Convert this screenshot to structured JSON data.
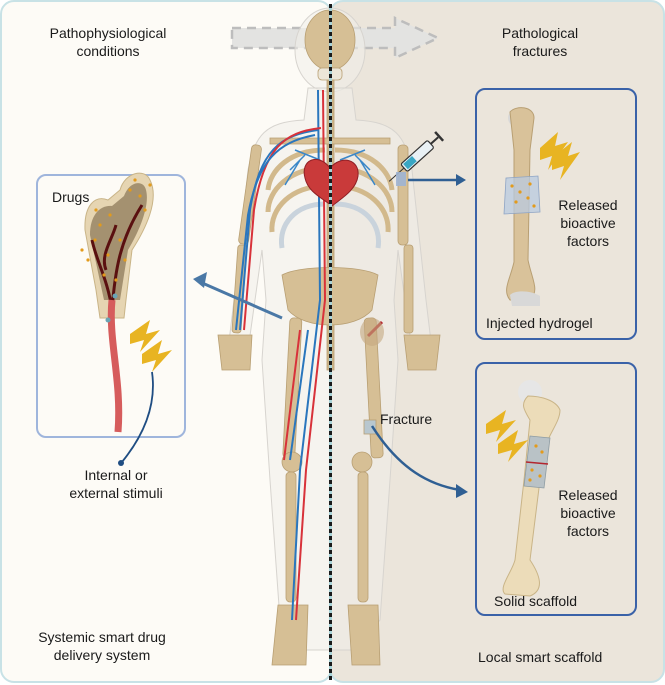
{
  "left_panel": {
    "title": "Pathophysiological conditions",
    "title_lines": [
      "Pathophysiological",
      "conditions"
    ],
    "footer_lines": [
      "Systemic smart drug",
      "delivery system"
    ],
    "drug_box_label": "Drugs",
    "stimuli_lines": [
      "Internal or",
      "external stimuli"
    ]
  },
  "right_panel": {
    "title_lines": [
      "Pathological",
      "fractures"
    ],
    "hydrogel_box": {
      "caption": "Injected hydrogel",
      "release_lines": [
        "Released",
        "bioactive",
        "factors"
      ]
    },
    "scaffold_box": {
      "caption": "Solid scaffold",
      "release_lines": [
        "Released",
        "bioactive",
        "factors"
      ]
    },
    "fracture_label": "Fracture",
    "footer": "Local smart scaffold"
  },
  "colors": {
    "left_bg": "#fdfbf6",
    "right_bg": "#ebe5db",
    "panel_border": "#c8e2e6",
    "box_border_dark": "#3a62a8",
    "box_border_light": "#9fb5dc",
    "arrow_blue": "#2f5f93",
    "bone": "#d9c29a",
    "artery": "#d8323a",
    "vein": "#2a76bd",
    "lightning": "#e8b422",
    "drug_dots": "#e39b1c"
  },
  "icons": [
    "syringe-icon",
    "lightning-icon",
    "heart-icon",
    "skeleton-figure",
    "femur-icon",
    "humerus-icon"
  ]
}
